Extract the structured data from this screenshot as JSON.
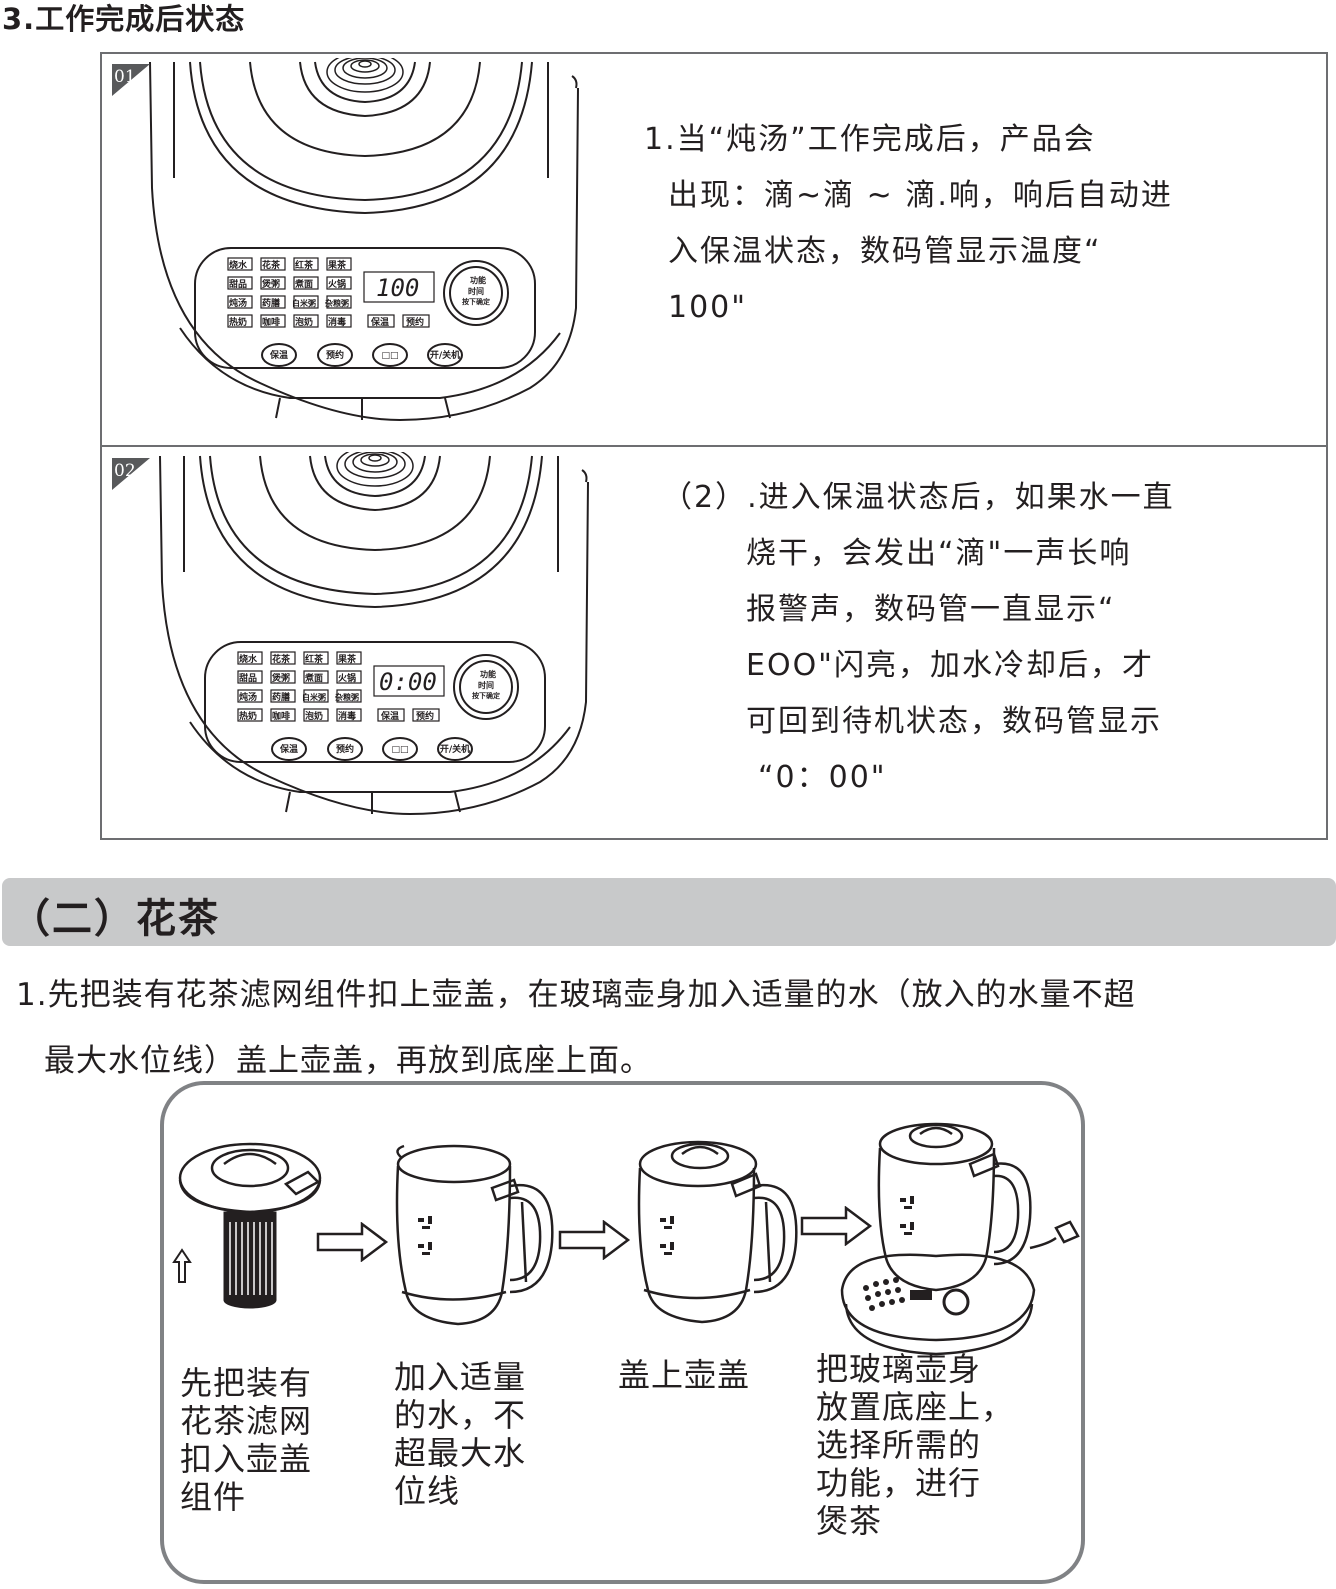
{
  "section_title": "3.工作完成后状态",
  "panels": [
    {
      "number": "01",
      "display": "100",
      "keys": [
        "烧水",
        "花茶",
        "红茶",
        "果茶",
        "甜品",
        "煲粥",
        "煮面",
        "火锅",
        "炖汤",
        "药膳",
        "白米粥",
        "杂粮粥",
        "热奶",
        "咖啡",
        "泡奶",
        "消毒",
        "保温",
        "预约"
      ],
      "knob": [
        "功能",
        "时间",
        "按下确定"
      ],
      "buttons": [
        "保温",
        "预约",
        "□□",
        "开/关机"
      ],
      "text_lines": [
        "1.当“炖汤”工作完成后，产品会",
        "出现：滴~滴 ~ 滴.响，响后自动进",
        "入保温状态，数码管显示温度“",
        "100\""
      ]
    },
    {
      "number": "02",
      "display": "0:00",
      "keys": [
        "烧水",
        "花茶",
        "红茶",
        "果茶",
        "甜品",
        "煲粥",
        "煮面",
        "火锅",
        "炖汤",
        "药膳",
        "白米粥",
        "杂粮粥",
        "热奶",
        "咖啡",
        "泡奶",
        "消毒",
        "保温",
        "预约"
      ],
      "knob": [
        "功能",
        "时间",
        "按下确定"
      ],
      "buttons": [
        "保温",
        "预约",
        "□□",
        "开/关机"
      ],
      "text_lines": [
        "（2）.进入保温状态后，如果水一直",
        "烧干，会发出“滴\"一声长响",
        "报警声，数码管一直显示“",
        "EOO\"闪亮，加水冷却后，才",
        "可回到待机状态，数码管显示",
        "“0：00\""
      ]
    }
  ],
  "section2_title": "（二）花茶",
  "instruction_lines": [
    "1.先把装有花茶滤网组件扣上壶盖，在玻璃壶身加入适量的水（放入的水量不超",
    "最大水位线）盖上壶盖，再放到底座上面。"
  ],
  "steps": [
    {
      "caption": [
        "先把装有",
        "花茶滤网",
        "扣入壶盖",
        "组件"
      ]
    },
    {
      "caption": [
        "加入适量",
        "的水，不",
        "超最大水",
        "位线"
      ]
    },
    {
      "caption": [
        "盖上壶盖"
      ]
    },
    {
      "caption": [
        "把玻璃壶身",
        "放置底座上，",
        "选择所需的",
        "功能，进行",
        "煲茶"
      ]
    }
  ]
}
